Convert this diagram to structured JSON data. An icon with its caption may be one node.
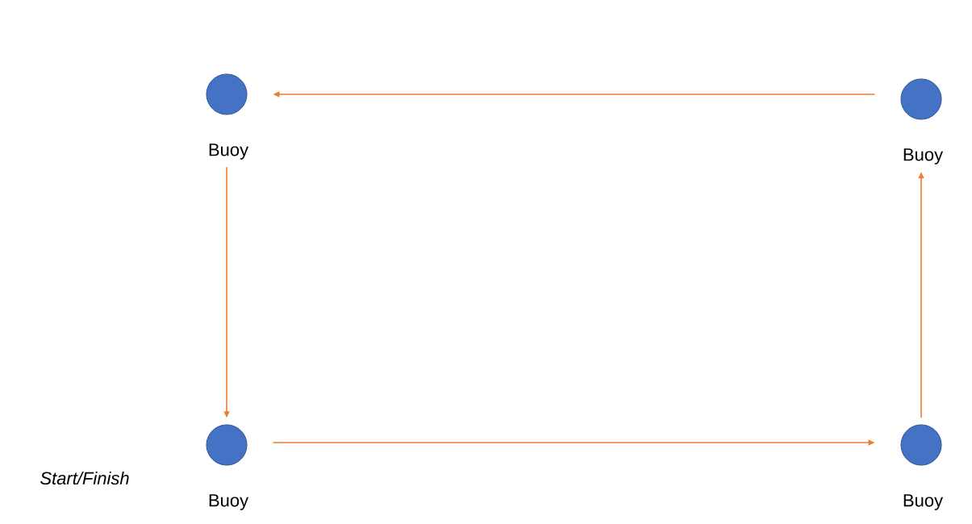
{
  "diagram": {
    "nodes": [
      {
        "text": [
          "Buoy"
        ]
      },
      {
        "text": [
          "Buoy"
        ]
      },
      {
        "text": [
          "Buoy"
        ]
      },
      {
        "text": [
          "Buoy"
        ]
      }
    ],
    "edges": [
      {
        "from": 1,
        "to": 0,
        "arrow": "to"
      },
      {
        "from": 0,
        "to": 2,
        "arrow": "to"
      },
      {
        "from": 2,
        "to": 3,
        "arrow": "to"
      },
      {
        "from": 3,
        "to": 1,
        "arrow": "to"
      }
    ],
    "labels": [
      "Start/Finish"
    ]
  }
}
